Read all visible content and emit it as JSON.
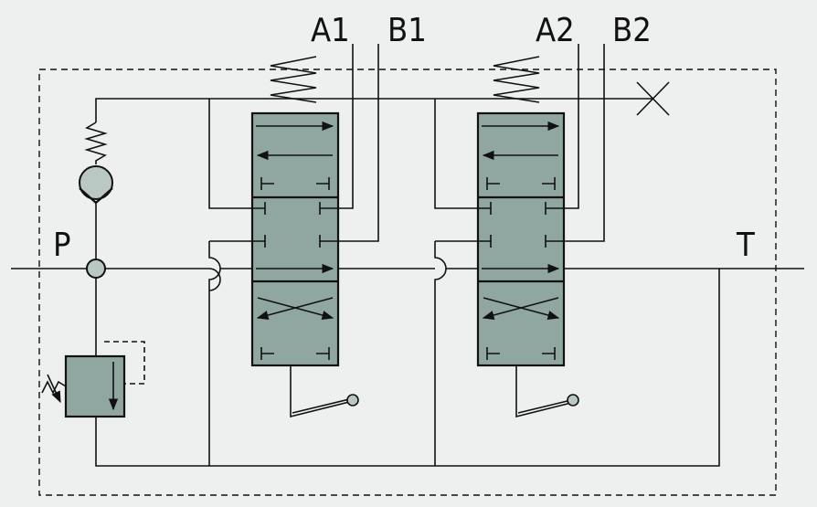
{
  "labels": {
    "p": "P",
    "t": "T",
    "a1": "A1",
    "b1": "B1",
    "a2": "A2",
    "b2": "B2"
  },
  "colors": {
    "background": "#eeefef",
    "valve_fill": "#8fa7a0",
    "line": "#111111",
    "check_ball": "#b9c8c2"
  }
}
